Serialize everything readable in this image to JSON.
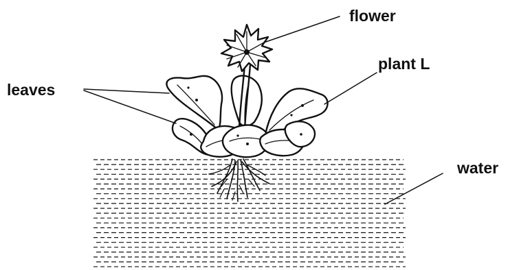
{
  "labels": {
    "flower": "flower",
    "plant": "plant L",
    "leaves": "leaves",
    "water": "water"
  },
  "colors": {
    "ink": "#111111",
    "background": "#ffffff"
  }
}
